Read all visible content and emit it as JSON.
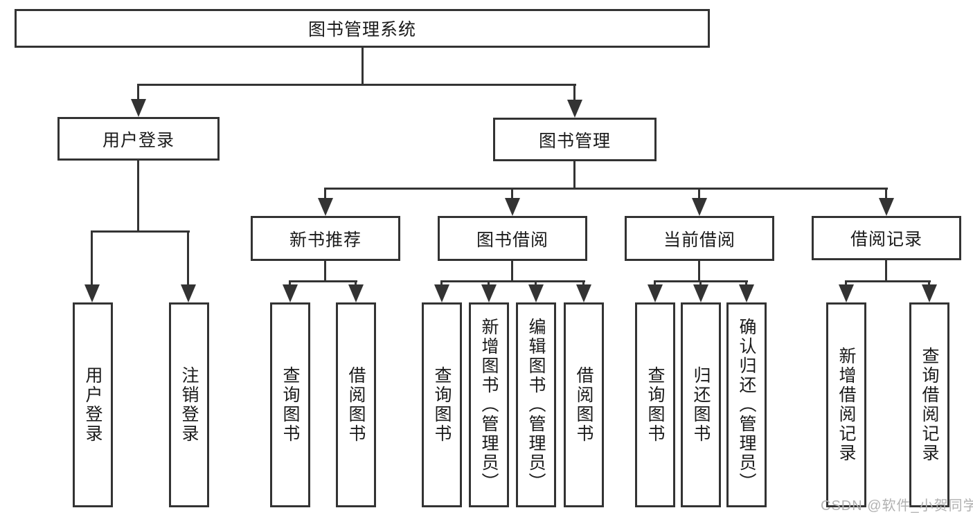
{
  "tree": {
    "root": {
      "label": "图书管理系统"
    },
    "children": [
      {
        "label": "用户登录",
        "children": [
          {
            "label": "用户登录"
          },
          {
            "label": "注销登录"
          }
        ]
      },
      {
        "label": "图书管理",
        "children": [
          {
            "label": "新书推荐",
            "children": [
              {
                "label": "查询图书"
              },
              {
                "label": "借阅图书"
              }
            ]
          },
          {
            "label": "图书借阅",
            "children": [
              {
                "label": "查询图书"
              },
              {
                "label": "新增图书（管理员）"
              },
              {
                "label": "编辑图书（管理员）"
              },
              {
                "label": "借阅图书"
              }
            ]
          },
          {
            "label": "当前借阅",
            "children": [
              {
                "label": "查询图书"
              },
              {
                "label": "归还图书"
              },
              {
                "label": "确认归还（管理员）"
              }
            ]
          },
          {
            "label": "借阅记录",
            "children": [
              {
                "label": "新增借阅记录"
              },
              {
                "label": "查询借阅记录"
              }
            ]
          }
        ]
      }
    ]
  },
  "watermark": {
    "text": "CSDN @软件_小贺同学"
  },
  "colors": {
    "line": "#333333",
    "text": "#1a1a1a",
    "box_background": "#ffffff",
    "page_background": "#ffffff",
    "watermark": "#b1b1b1"
  }
}
